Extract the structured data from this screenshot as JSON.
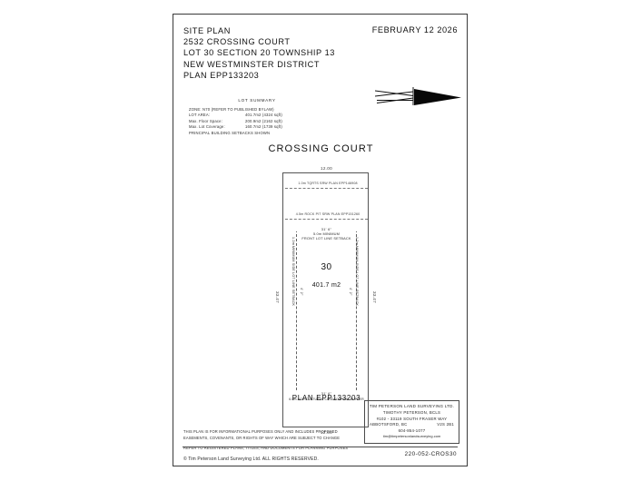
{
  "sheet": {
    "title_lines": [
      "SITE PLAN",
      "2532 CROSSING COURT",
      "LOT 30 SECTION 20 TOWNSHIP 13",
      "NEW WESTMINSTER DISTRICT",
      "PLAN EPP133203"
    ],
    "date": "FEBRUARY 12 2026",
    "north_arrow_icon": "north-arrow-icon"
  },
  "lot_summary": {
    "title": "LOT SUMMARY",
    "rows": [
      {
        "label": "ZONE:",
        "value": "N70 (REFER TO PUBLISHED BYLAW)",
        "single": true
      },
      {
        "label": "LOT AREA:",
        "value": "401.7m2 (4324 sqft)",
        "single": false
      },
      {
        "label": "Max. Floor Space:",
        "value": "200.9m2 (2162 sqft)",
        "single": false
      },
      {
        "label": "Max. Lot Coverage:",
        "value": "160.7m2 (1739 sqft)",
        "single": false
      },
      {
        "label": "PRINCIPAL BUILDING SETBACKS SHOWN",
        "value": "",
        "single": true
      }
    ]
  },
  "drawing": {
    "street_name": "CROSSING COURT",
    "dim_top": "12.00",
    "dim_bottom": "12.00",
    "dim_left": "33.47",
    "dim_right": "33.47",
    "srw_1": "1.0m TQRTS SRW PLAN EPP146908",
    "srw_2": "4.5m ROCK PIT SRW PLAN EPP151260",
    "front_setback_feet": "31' 6\"",
    "front_setback_line1": "5.0m MINIMUM",
    "front_setback_line2": "FRONT LOT LINE SETBACK",
    "side_setback_left": "1.2m MINIMUM SIDE LOT LINE SETBACK",
    "side_setback_right": "1.2m MINIMUM SIDE LOT LINE SETBACK",
    "side_feet_left": "4' 2\"",
    "side_feet_right": "4' 2\"",
    "rear_buffer_feet": "31' 6\"",
    "rear_buffer_label": "6.0m AGRICULTURAL LANDSCAPING BUFFER",
    "lot_number": "30",
    "lot_area": "401.7 m2",
    "plan_number": "PLAN EPP133203"
  },
  "disclaimer": {
    "line1": "THIS PLAN IS FOR INFORMATIONAL PURPOSES ONLY AND INCLUDES PROPOSED",
    "line2": "EASEMENTS, COVENANTS, OR RIGHTS OF WAY WHICH ARE SUBJECT TO CHANGE",
    "line3": "REFER TO REGISTERED PLANS, TITLES, AND DOCUMENTS FOR PLANNING PURPOSES",
    "copyright": "© Tim Peterson Land Surveying Ltd.   ALL RIGHTS RESERVED."
  },
  "surveyor": {
    "firm": "TIM PETERSON LAND SURVEYING LTD.",
    "surveyor_name": "TIMOTHY PETERSON, BCLS",
    "address_line": "#102 - 33119 SOUTH FRASER WAY",
    "city": "ABBOTSFORD, BC",
    "postal_code": "V2S 2B1",
    "phone": "604-854-1077",
    "email": "tim@timpetersonlandsurveying.com",
    "project_number": "220-052-CROS30"
  }
}
